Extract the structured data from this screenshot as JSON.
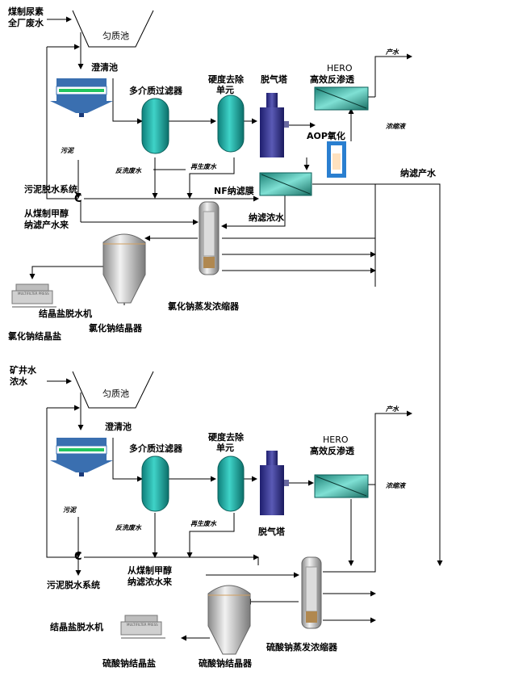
{
  "top": {
    "source_line1": "煤制尿素",
    "source_line2": "全厂废水",
    "equalization_tank": "匀质池",
    "clarifier": "澄清池",
    "multimedia_filter": "多介质过滤器",
    "hardness_removal_line1": "硬度去除",
    "hardness_removal_line2": "单元",
    "degassing_tower": "脱气塔",
    "hero_line1": "HERO",
    "hero_line2": "高效反渗透",
    "aop": "AOP氧化",
    "product_water": "产水",
    "concentrate": "浓缩液",
    "nf_product_water": "纳滤产水",
    "sludge": "污泥",
    "backwash_wastewater": "反洗废水",
    "regen_wastewater": "再生废水",
    "sludge_dewatering": "污泥脱水系统",
    "nf_membrane": "NF纳滤膜",
    "from_methanol_line1": "从煤制甲醇",
    "from_methanol_line2": "纳滤产水来",
    "nf_concentrate": "纳滤浓水",
    "salt_dewatering": "结晶盐脱水机",
    "nacl_salt": "氯化钠结晶盐",
    "nacl_crystallizer": "氯化钠结晶器",
    "nacl_evaporator": "氯化钠蒸发浓缩器",
    "press_label": "MULTIFILTER PRESS",
    "valve_symbol": "C"
  },
  "bottom": {
    "source_line1": "矿井水",
    "source_line2": "浓水",
    "equalization_tank": "匀质池",
    "clarifier": "澄清池",
    "multimedia_filter": "多介质过滤器",
    "hardness_removal_line1": "硬度去除",
    "hardness_removal_line2": "单元",
    "degassing_tower": "脱气塔",
    "hero_line1": "HERO",
    "hero_line2": "高效反渗透",
    "product_water": "产水",
    "concentrate": "浓缩液",
    "sludge": "污泥",
    "backwash_wastewater": "反洗废水",
    "regen_wastewater": "再生废水",
    "sludge_dewatering": "污泥脱水系统",
    "from_methanol_line1": "从煤制甲醇",
    "from_methanol_line2": "纳滤浓水来",
    "salt_dewatering": "结晶盐脱水机",
    "na2so4_salt": "硫酸钠结晶盐",
    "na2so4_crystallizer": "硫酸钠结晶器",
    "na2so4_evaporator": "硫酸钠蒸发浓缩器",
    "press_label": "MULTIFILTER PRESS",
    "valve_symbol": "C"
  },
  "colors": {
    "filter_teal": "#1aa39c",
    "tower_navy": "#2f2f8a",
    "membrane_teal": "#2a9d8f",
    "clarifier_blue": "#3a6fb0",
    "clarifier_green": "#22c55e"
  }
}
